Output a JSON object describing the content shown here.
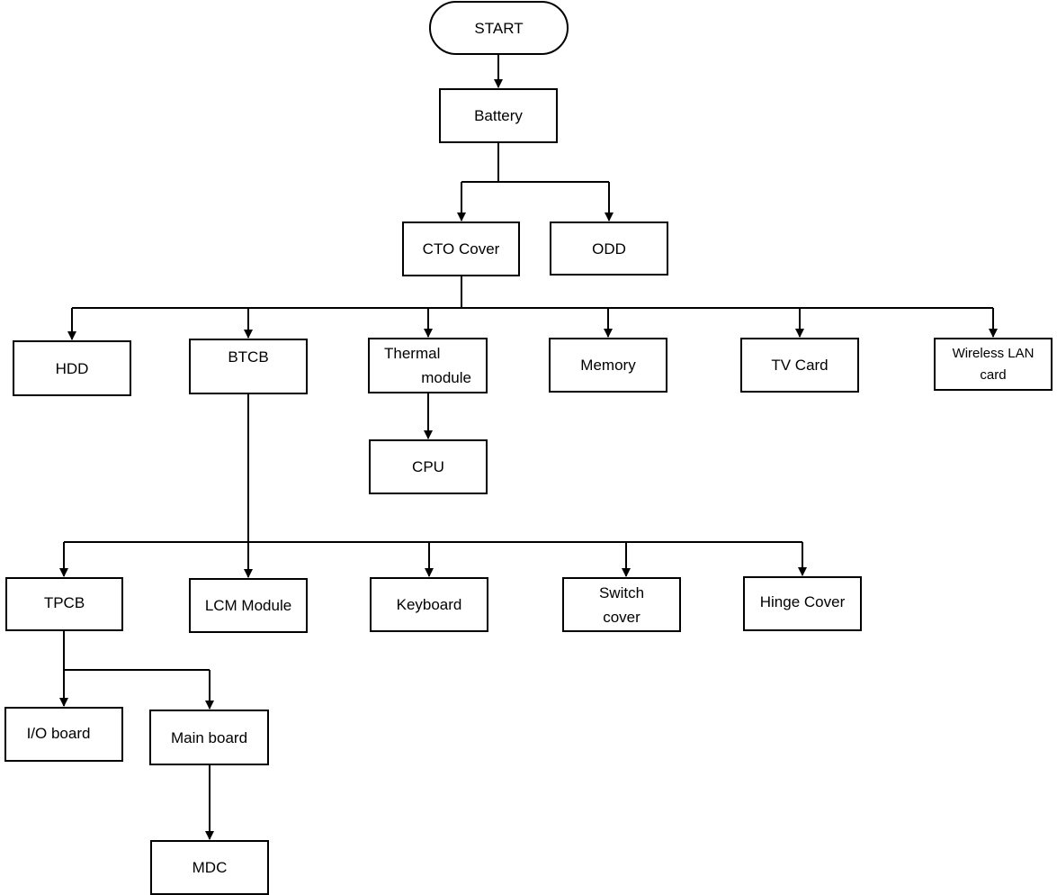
{
  "diagram": {
    "start": "START",
    "battery": "Battery",
    "cto_cover": "CTO Cover",
    "odd": "ODD",
    "hdd": "HDD",
    "btcb": "BTCB",
    "thermal_module": [
      "Thermal",
      "module"
    ],
    "memory": "Memory",
    "tv_card": "TV Card",
    "wireless_lan_card": [
      "Wireless LAN",
      "card"
    ],
    "cpu": "CPU",
    "tpcb": "TPCB",
    "lcm_module": "LCM Module",
    "keyboard": "Keyboard",
    "switch_cover": [
      "Switch",
      "cover"
    ],
    "hinge_cover": "Hinge Cover",
    "io_board": "I/O board",
    "main_board": "Main board",
    "mdc": "MDC"
  },
  "colors": {
    "line": "#000000",
    "box_fill": "#ffffff",
    "text": "#000000"
  }
}
